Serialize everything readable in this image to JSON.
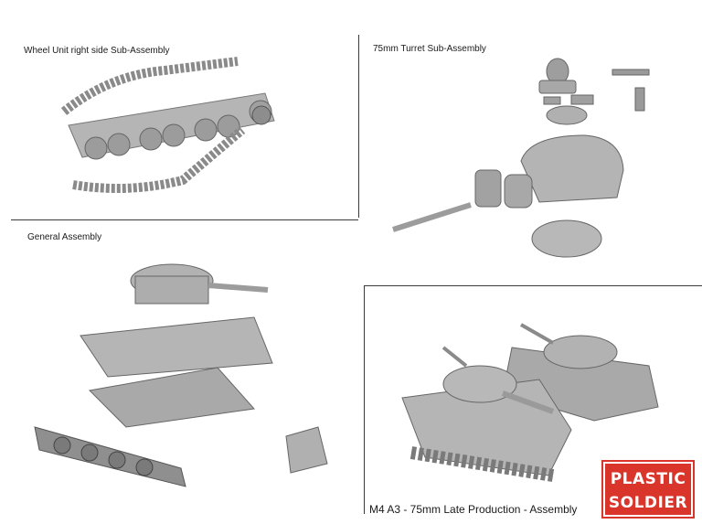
{
  "captions": {
    "wheel_unit": "Wheel Unit right side Sub-Assembly",
    "turret": "75mm Turret Sub-Assembly",
    "general": "General Assembly",
    "model": "M4 A3 - 75mm Late Production - Assembly"
  },
  "logo": {
    "line1": "PLASTIC",
    "line2": "SOLDIER"
  },
  "colors": {
    "model_gray": "#a8a8a8",
    "model_dark": "#6e6e6e",
    "logo_red": "#d9352b",
    "rule": "#3a3a3a"
  }
}
